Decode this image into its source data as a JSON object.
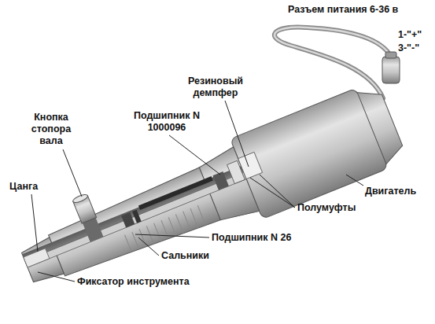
{
  "diagram": {
    "labels": [
      "Разъем питания 6-36 в",
      "1-\"+\"",
      "3-\"-\"",
      "Резиновый демпфер",
      "Кнопка стопора вала",
      "Подшипник N 1000096",
      "Двигатель",
      "Цанга",
      "Полумуфты",
      "Подшипник N 26",
      "Сальники",
      "Фиксатор инструмента"
    ]
  }
}
